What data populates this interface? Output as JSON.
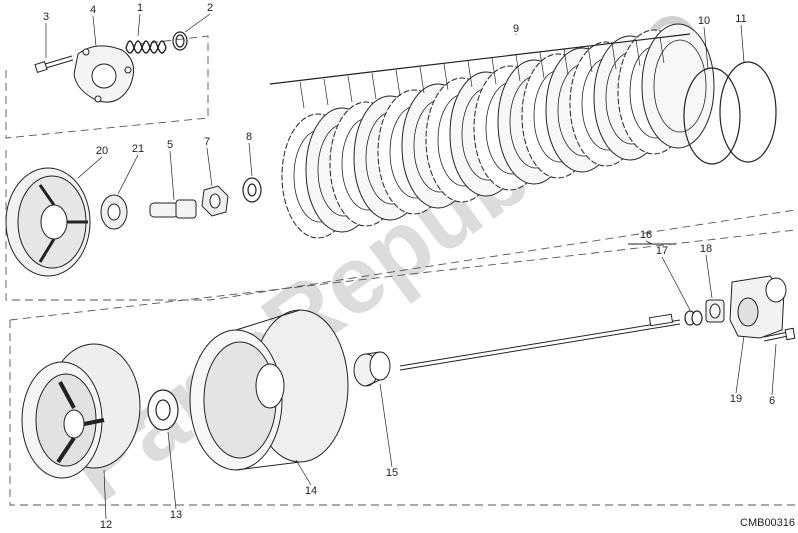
{
  "diagram": {
    "drawing_code": "CMB00316",
    "watermark_text": "PartsRepublik",
    "callouts": [
      "1",
      "2",
      "3",
      "4",
      "5",
      "6",
      "7",
      "8",
      "9",
      "10",
      "11",
      "12",
      "13",
      "14",
      "15",
      "16",
      "17",
      "18",
      "19",
      "20",
      "21"
    ]
  },
  "colors": {
    "line": "#222222",
    "watermark": "#d0d0d0",
    "part_shade": "#e8e8e8"
  }
}
